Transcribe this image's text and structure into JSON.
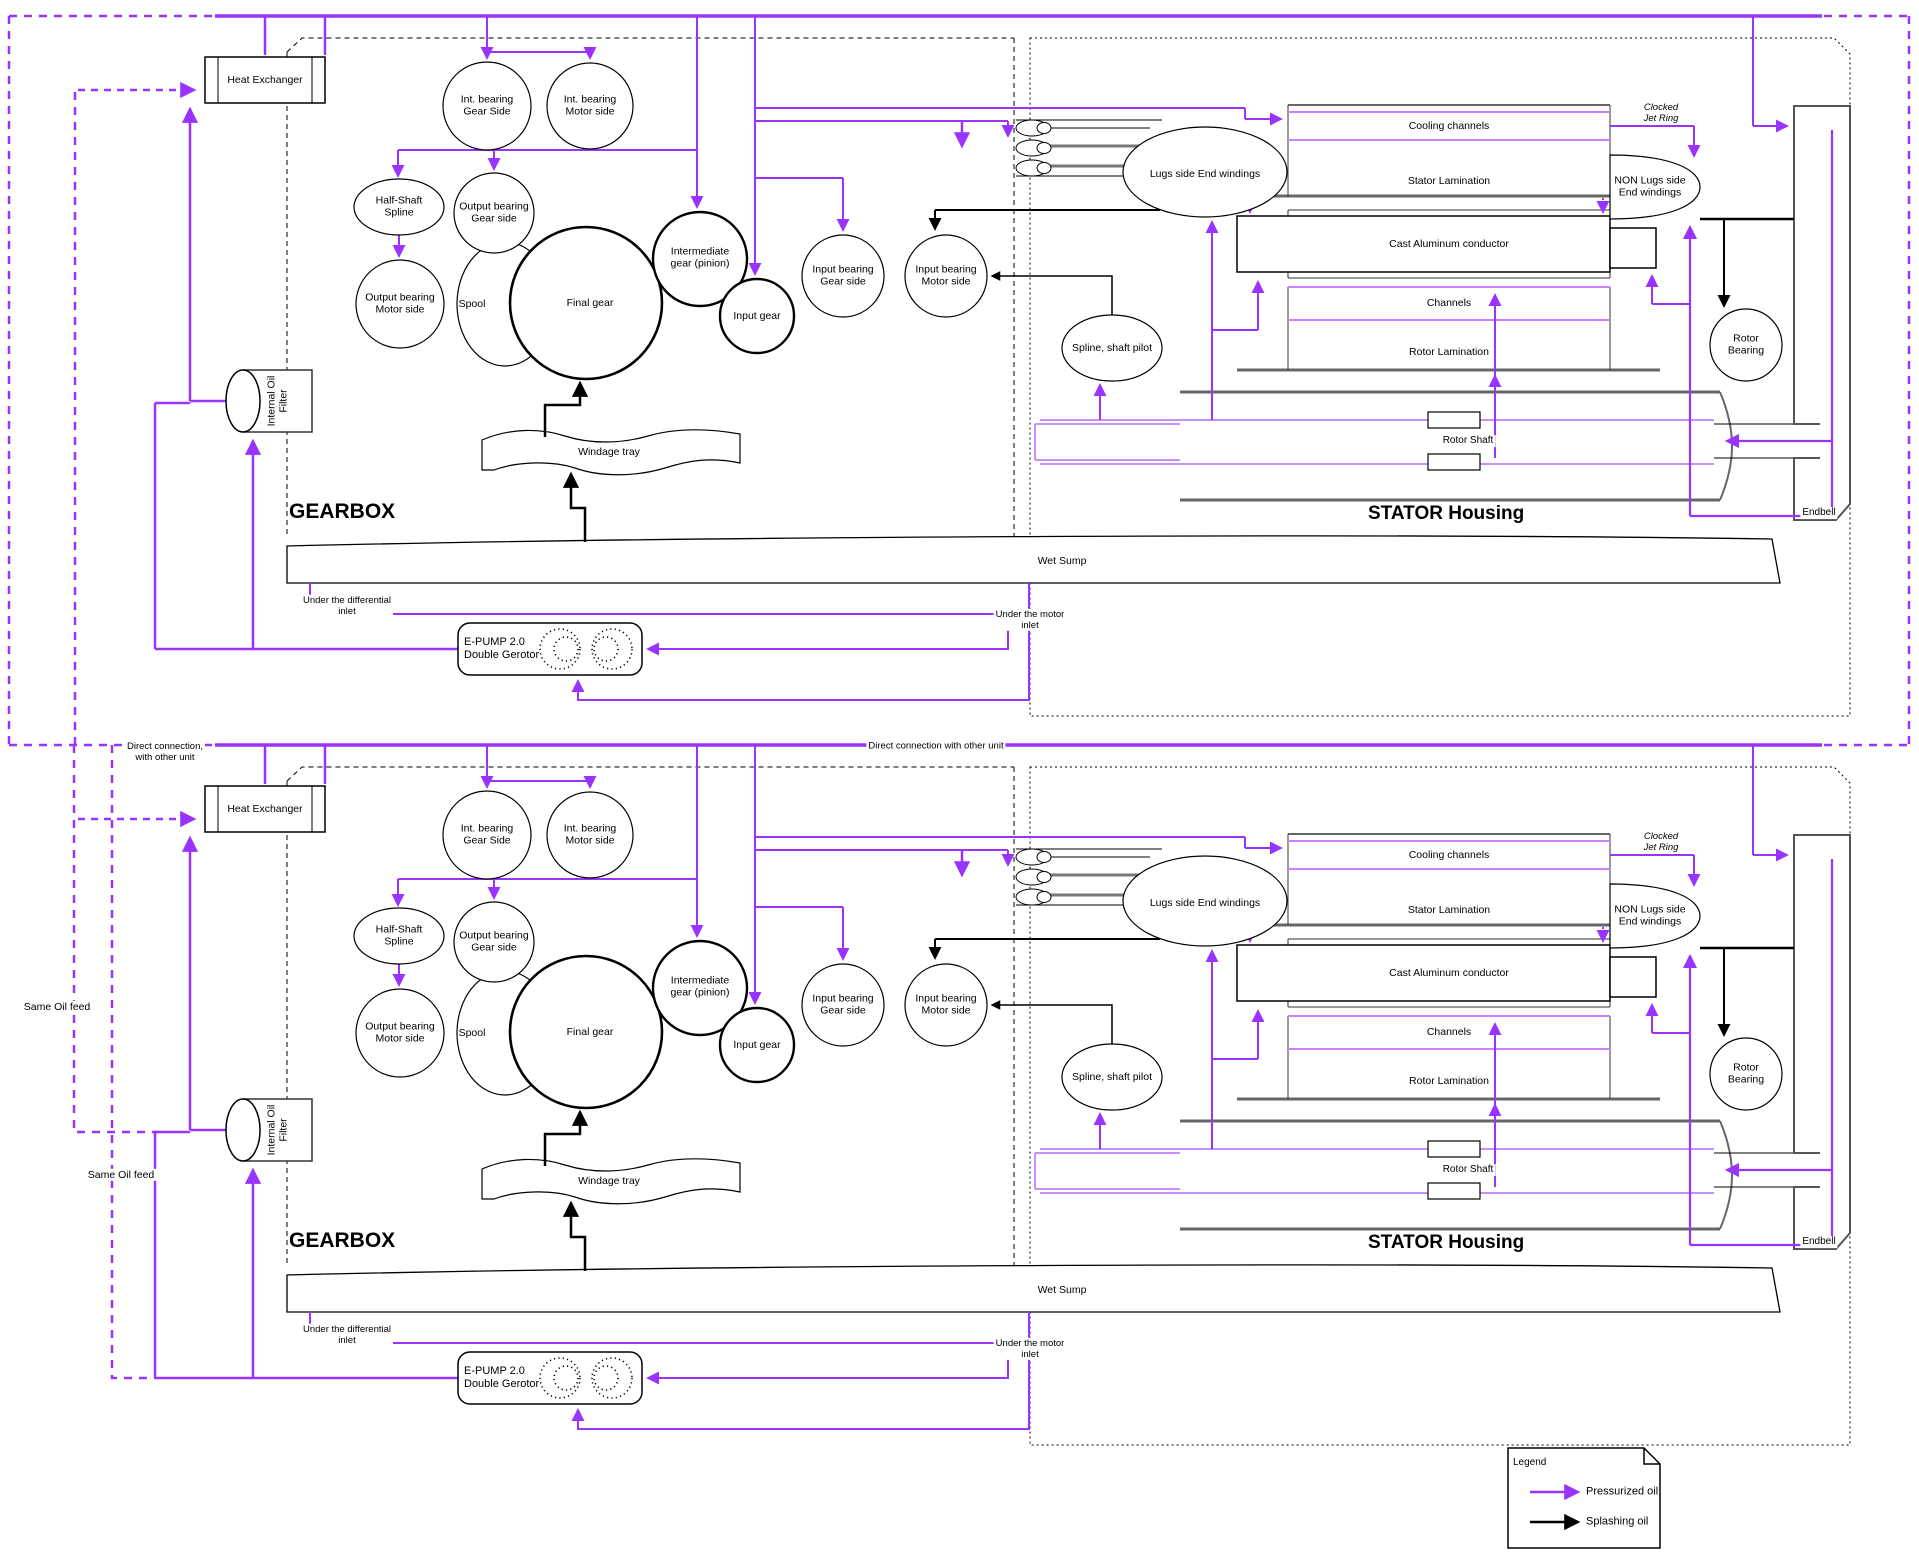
{
  "colors": {
    "pressurized_oil": "#9933ff",
    "light_purple": "#cc80ff",
    "splashing_oil": "#000000",
    "structure_gray": "#666666"
  },
  "unit": {
    "heat_exchanger": "Heat Exchanger",
    "internal_oil_filter": "Internal Oil\nFilter",
    "int_bearing_gear": "Int. bearing\nGear Side",
    "int_bearing_motor": "Int. bearing\nMotor side",
    "half_shaft_spline": "Half-Shaft\nSpline",
    "output_bearing_gear": "Output bearing\nGear side",
    "output_bearing_motor": "Output bearing\nMotor side",
    "spool": "Spool",
    "final_gear": "Final gear",
    "intermediate_gear": "Intermediate\ngear (pinion)",
    "input_gear": "Input gear",
    "input_bearing_gear": "Input bearing\nGear side",
    "input_bearing_motor": "Input bearing\nMotor side",
    "spline_shaft_pilot": "Spline, shaft pilot",
    "windage_tray": "Windage tray",
    "gearbox_title": "GEARBOX",
    "stator_title": "STATOR Housing",
    "wet_sump": "Wet Sump",
    "cooling_channels": "Cooling channels",
    "stator_lamination": "Stator Lamination",
    "cast_aluminum_conductor": "Cast Aluminum conductor",
    "channels": "Channels",
    "rotor_lamination": "Rotor Lamination",
    "rotor_shaft": "Rotor Shaft",
    "lugs_end_windings": "Lugs side End windings",
    "non_lugs_end_windings": "NON Lugs side\nEnd windings",
    "clocked_jet_ring": "Clocked\nJet Ring",
    "rotor_bearing": "Rotor\nBearing",
    "endbell": "Endbell",
    "epump": "E-PUMP 2.0\nDouble Gerotor",
    "under_differential": "Under the differential\ninlet",
    "under_motor": "Under the motor\ninlet"
  },
  "connections": {
    "direct_left": "Direct connection,\nwith other unit",
    "direct_right": "Direct connection with other unit",
    "same_oil_feed_1": "Same Oil feed",
    "same_oil_feed_2": "Same Oil feed"
  },
  "legend": {
    "title": "Legend",
    "pressurized": "Pressurized oil",
    "splashing": "Splashing oil"
  }
}
